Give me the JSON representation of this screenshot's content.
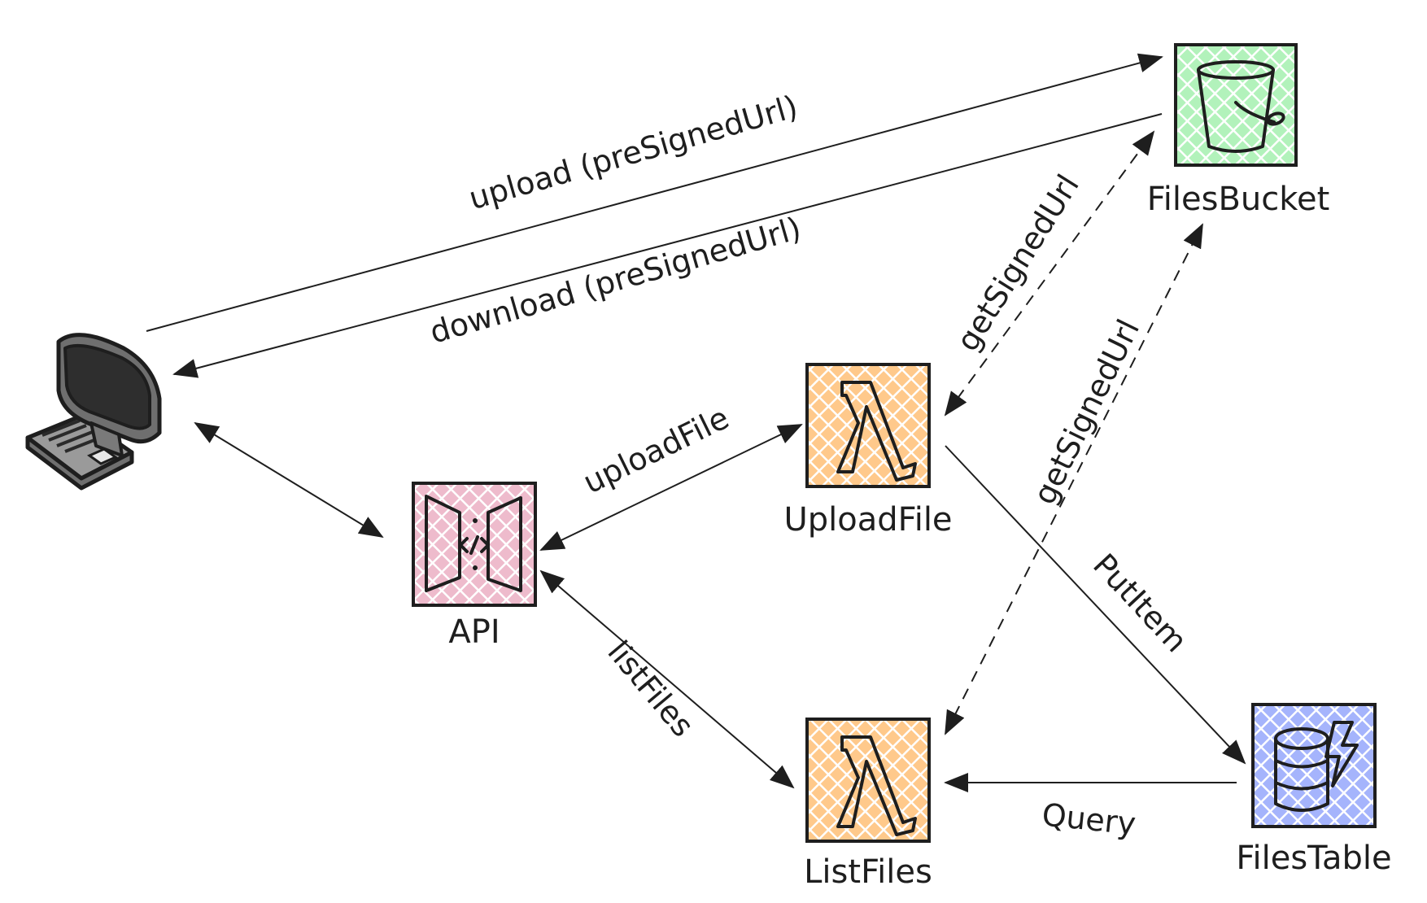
{
  "nodes": {
    "files_bucket": {
      "label": "FilesBucket",
      "icon": "s3-bucket-icon",
      "color": "#b2f2bb"
    },
    "upload_file": {
      "label": "UploadFile",
      "icon": "lambda-icon",
      "color": "#ffc98b"
    },
    "api": {
      "label": "API",
      "icon": "api-gateway-icon",
      "color": "#eebbcc"
    },
    "list_files": {
      "label": "ListFiles",
      "icon": "lambda-icon",
      "color": "#ffc98b"
    },
    "files_table": {
      "label": "FilesTable",
      "icon": "dynamodb-icon",
      "color": "#a5b4fc"
    },
    "client": {
      "label": "",
      "icon": "computer-icon"
    }
  },
  "edges": {
    "upload": "upload (preSignedUrl)",
    "download": "download (preSignedUrl)",
    "get_signed_url_upload": "getSignedUrl",
    "get_signed_url_list": "getSignedUrl",
    "upload_file": "uploadFile",
    "list_files": "listFiles",
    "put_item": "PutItem",
    "query": "Query"
  }
}
